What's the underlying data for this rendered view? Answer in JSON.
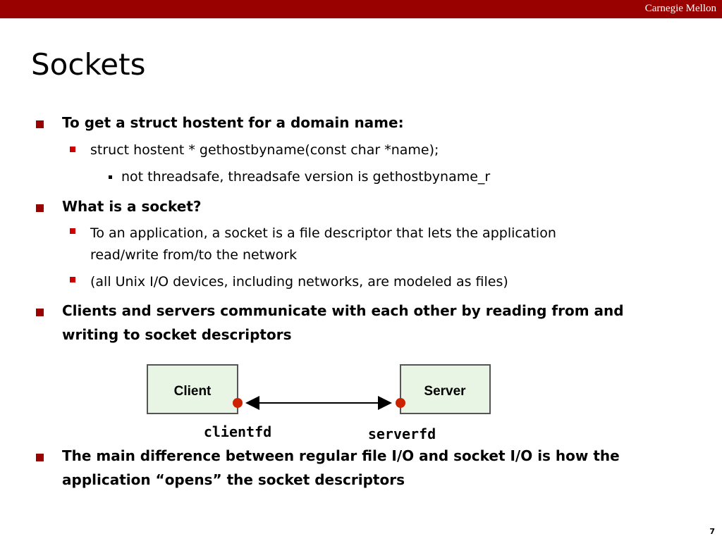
{
  "header": {
    "brand": "Carnegie Mellon"
  },
  "slide": {
    "title": "Sockets",
    "page_number": "7"
  },
  "bullets": {
    "b1": "To get a struct hostent for a domain name:",
    "b1_1": "struct hostent * gethostbyname(const char *name);",
    "b1_1_1": "not threadsafe, threadsafe version is gethostbyname_r",
    "b2": "What is a socket?",
    "b2_1_line1": "To an application, a socket is a file descriptor that lets the application",
    "b2_1_line2": "read/write from/to the network",
    "b2_2": "(all Unix I/O devices, including networks, are modeled as files)",
    "b3_line1": "Clients and servers communicate with each other by reading from and",
    "b3_line2": "writing to socket descriptors",
    "b4_line1": "The main difference between regular file I/O and socket I/O is how the",
    "b4_line2": "application “opens” the socket descriptors"
  },
  "diagram": {
    "client_label": "Client",
    "server_label": "Server",
    "client_fd": "clientfd",
    "server_fd": "serverfd",
    "box_fill": "#e8f5e4",
    "endpoint_color": "#cc2200"
  }
}
